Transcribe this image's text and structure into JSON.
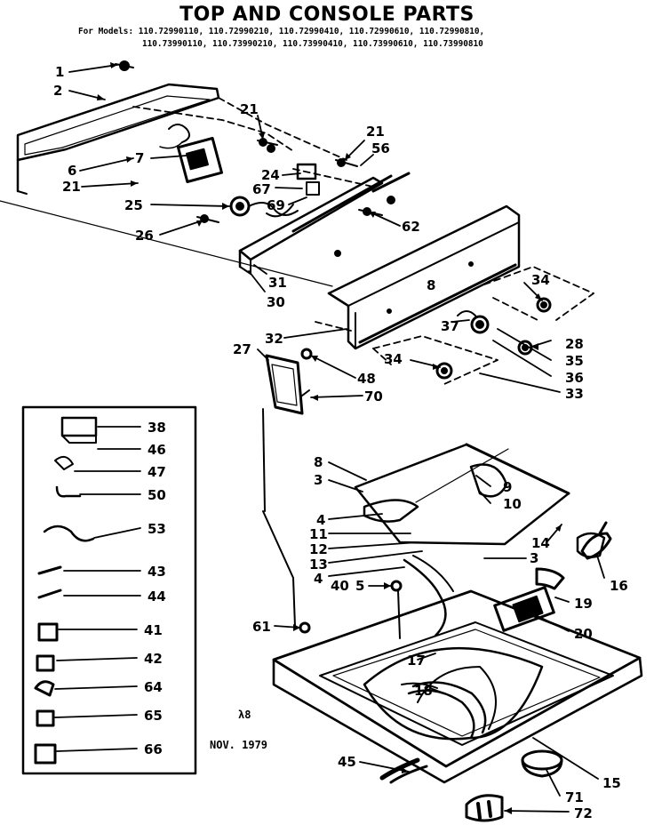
{
  "header": {
    "title": "TOP AND CONSOLE PARTS",
    "models_label": "For Models:",
    "models_line1": "110.72990110, 110.72990210, 110.72990410, 110.72990610, 110.72990810,",
    "models_line2": "110.73990110, 110.73990210, 110.73990410, 110.73990610, 110.73990810"
  },
  "callouts": [
    "1",
    "2",
    "6",
    "21",
    "25",
    "26",
    "31",
    "30",
    "21",
    "7",
    "24",
    "67",
    "69",
    "21",
    "56",
    "62",
    "32",
    "27",
    "48",
    "70",
    "34",
    "28",
    "35",
    "36",
    "33",
    "34",
    "37",
    "8",
    "8",
    "3",
    "9",
    "10",
    "4",
    "11",
    "12",
    "13",
    "4",
    "40",
    "5",
    "3",
    "14",
    "16",
    "19",
    "20",
    "61",
    "17",
    "18",
    "45",
    "15",
    "71",
    "72"
  ],
  "inset_callouts": [
    "38",
    "46",
    "47",
    "50",
    "53",
    "43",
    "44",
    "41",
    "42",
    "64",
    "65",
    "66"
  ],
  "notes": {
    "mark": "λ8",
    "date": "NOV. 1979"
  },
  "colors": {
    "ink": "#000000",
    "paper": "#ffffff"
  }
}
